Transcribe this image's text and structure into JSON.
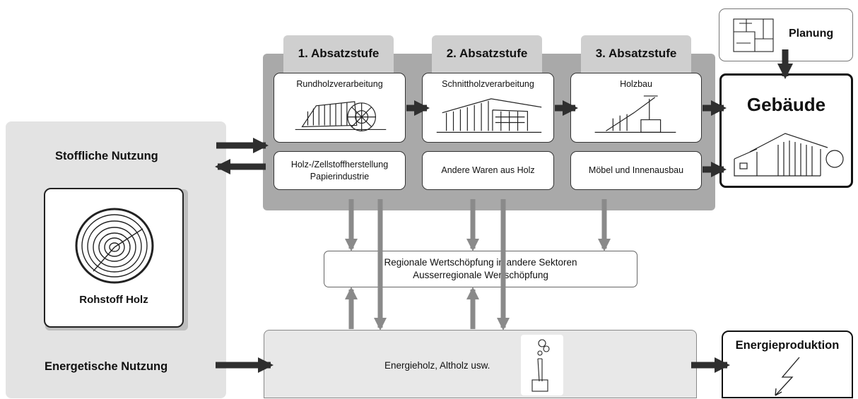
{
  "stages": [
    {
      "label": "1. Absatzstufe",
      "top_box": "Rundholzverarbeitung",
      "bottom_box": [
        "Holz-/Zellstoffherstellung",
        "Papierindustrie"
      ]
    },
    {
      "label": "2. Absatzstufe",
      "top_box": "Schnittholzverarbeitung",
      "bottom_box": [
        "Andere Waren aus Holz"
      ]
    },
    {
      "label": "3. Absatzstufe",
      "top_box": "Holzbau",
      "bottom_box": [
        "Möbel und Innenausbau"
      ]
    }
  ],
  "planung": "Planung",
  "gebaeude": "Gebäude",
  "stoffliche": "Stoffliche Nutzung",
  "energetische": "Energetische Nutzung",
  "rohstoff": "Rohstoff Holz",
  "center": {
    "line1": "Regionale Wertschöpfung in andere Sektoren",
    "line2": "Ausserregionale Wertschöpfung"
  },
  "energieholz": "Energieholz, Altholz usw.",
  "energieproduktion": "Energieproduktion",
  "icons": [
    "tree-ring-icon",
    "sawmill-sketch-icon",
    "lumber-shed-sketch-icon",
    "timber-frame-sketch-icon",
    "house-sketch-icon",
    "floor-plan-sketch-icon",
    "chimney-icon",
    "lightning-bolt-icon"
  ]
}
